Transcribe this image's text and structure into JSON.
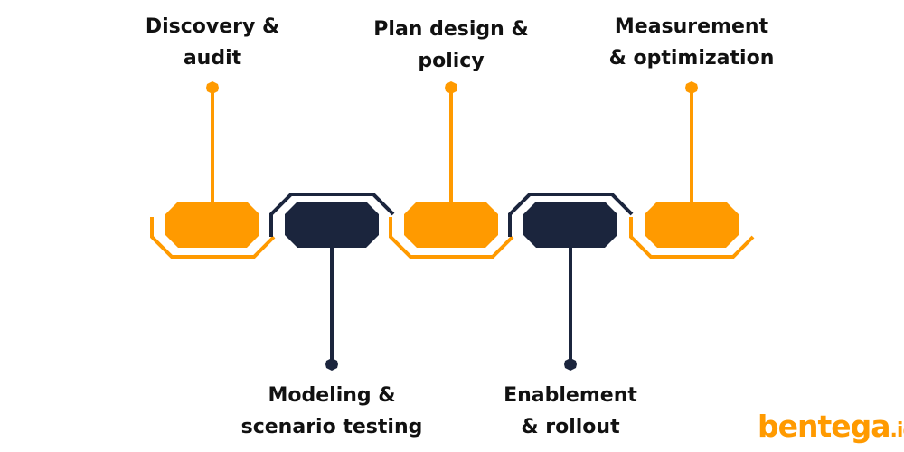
{
  "colors": {
    "orange": "#ff9a00",
    "navy": "#1b253d",
    "text": "#111111"
  },
  "steps": [
    {
      "label_line1": "Discovery &",
      "label_line2": "audit",
      "position": "top",
      "color": "orange"
    },
    {
      "label_line1": "Modeling &",
      "label_line2": "scenario testing",
      "position": "bottom",
      "color": "navy"
    },
    {
      "label_line1": "Plan design &",
      "label_line2": "policy",
      "position": "top",
      "color": "orange"
    },
    {
      "label_line1": "Enablement",
      "label_line2": "& rollout",
      "position": "bottom",
      "color": "navy"
    },
    {
      "label_line1": "Measurement",
      "label_line2": "& optimization",
      "position": "top",
      "color": "orange"
    }
  ],
  "logo": {
    "name": "bentega",
    "suffix": ".io"
  }
}
